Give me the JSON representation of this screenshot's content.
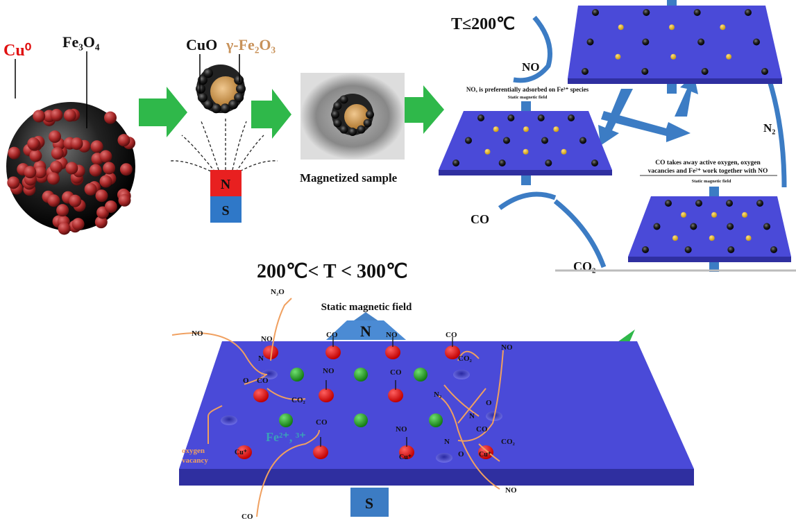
{
  "labels": {
    "cu0": "Cu⁰",
    "fe3o4": "Fe₃O₄",
    "cuo": "CuO",
    "gamma_fe2o3": "γ-Fe₂O₃",
    "magnet_n": "N",
    "magnet_s": "S",
    "magnetized_sample": "Magnetized sample",
    "temp_low": "T≤200℃",
    "temp_mid": "200℃< T < 300℃",
    "no_top": "NO",
    "n2_right": "N₂",
    "co_left": "CO",
    "co2_bottom": "CO₂",
    "panel1_caption": "NOₓ is preferentially adsorbed on Fe³⁺ species",
    "panel_field": "Static magnetic field",
    "panel3_caption_1": "CO takes away active oxygen,  oxygen",
    "panel3_caption_2": "vacancies and Fe²⁺ work together with NO",
    "big_field": "Static magnetic field",
    "big_n": "N",
    "big_s": "S",
    "fe_ions": "Fe²⁺, ³⁺",
    "oxygen_vacancy_1": "oxygen",
    "oxygen_vacancy_2": "vacancy",
    "cu_plus": "Cu⁺",
    "n2o": "N₂O",
    "no": "NO",
    "co": "CO",
    "co2": "CO₂",
    "n2": "N₂",
    "o": "O",
    "n": "N"
  },
  "colors": {
    "slab": "#4a4ad8",
    "slab_side": "#2f2fa0",
    "arrow_green": "#2fb84a",
    "arrow_blue": "#3c7cc4",
    "flow_orange": "#f0a060",
    "cu_red": "#b83030",
    "fe_green": "#2aa02a"
  }
}
